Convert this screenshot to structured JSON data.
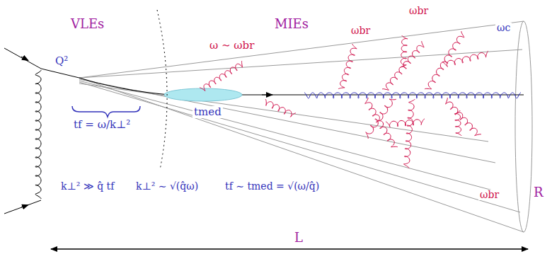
{
  "diagram": {
    "labels": [
      "VLEs",
      "MIEs",
      "Q²",
      "ω ∼ ωbr",
      "ωbr",
      "ωbr",
      "ωc",
      "tmed",
      "tf = ω/k⊥²",
      "ωbr",
      "R",
      "k⊥² ≫ q̂ tf",
      "k⊥² ∼ √(q̂ω)",
      "tf ∼ tmed = √(ω/q̂)",
      "L"
    ]
  }
}
